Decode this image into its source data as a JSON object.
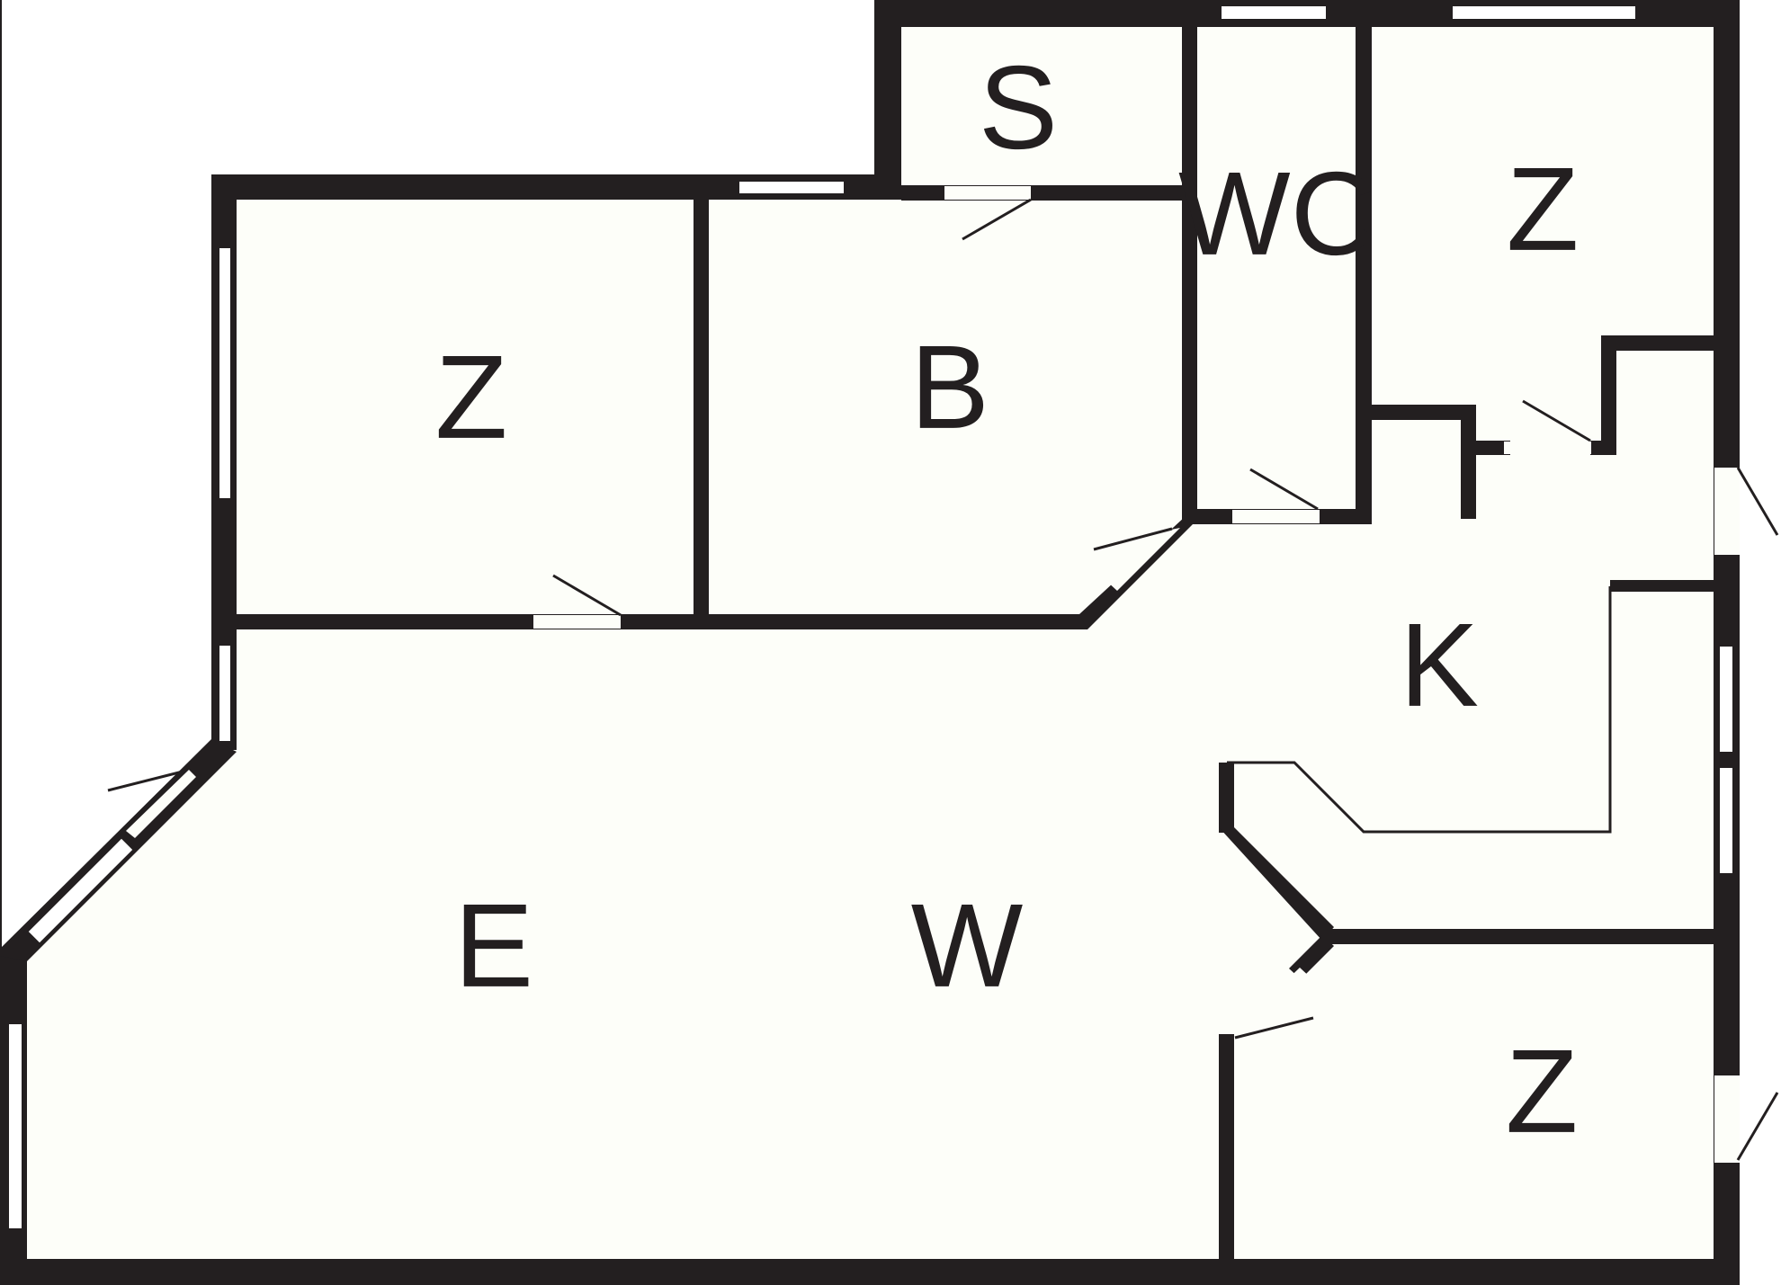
{
  "floor_plan": {
    "colors": {
      "wall": "#231f20",
      "floor": "#fdfef9",
      "background": "#ffffff"
    },
    "rooms": [
      {
        "id": "storage",
        "label": "S"
      },
      {
        "id": "wc",
        "label": "WC"
      },
      {
        "id": "bedroom_top_right",
        "label": "Z"
      },
      {
        "id": "bedroom_left",
        "label": "Z"
      },
      {
        "id": "bathroom",
        "label": "B"
      },
      {
        "id": "kitchen",
        "label": "K"
      },
      {
        "id": "dining",
        "label": "E"
      },
      {
        "id": "living",
        "label": "W"
      },
      {
        "id": "bedroom_bottom_right",
        "label": "Z"
      }
    ]
  }
}
